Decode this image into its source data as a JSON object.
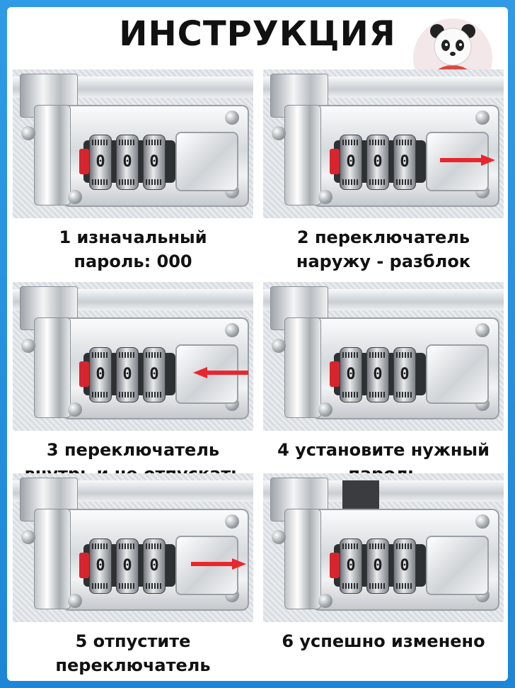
{
  "title": "ИНСТРУКЦИЯ",
  "steps": [
    {
      "line1": "1 изначальный",
      "line2": "пароль: 000",
      "digits": [
        "0",
        "0",
        "0"
      ],
      "arrow": "none"
    },
    {
      "line1": "2 переключатель",
      "line2": "наружу - разблок",
      "digits": [
        "0",
        "0",
        "0"
      ],
      "arrow": "right"
    },
    {
      "line1": "3 переключатель",
      "line2": "внутрь и не отпускать",
      "digits": [
        "0",
        "0",
        "0"
      ],
      "arrow": "left"
    },
    {
      "line1": "4 установите нужный",
      "line2": "пароль",
      "digits": [
        "0",
        "0",
        "0"
      ],
      "arrow": "none"
    },
    {
      "line1": "5 отпустите",
      "line2": "переключатель",
      "digits": [
        "0",
        "0",
        "0"
      ],
      "arrow": "right"
    },
    {
      "line1": "6 успешно изменено",
      "line2": "",
      "digits": [
        "0",
        "0",
        "0"
      ],
      "arrow": "none"
    }
  ],
  "colors": {
    "background": "#2f9be6",
    "arrow": "#e8262d",
    "tab": "#d7252e"
  },
  "icons": [
    "panda-mascot-icon",
    "lock-icon",
    "arrow-right-icon",
    "arrow-left-icon"
  ]
}
